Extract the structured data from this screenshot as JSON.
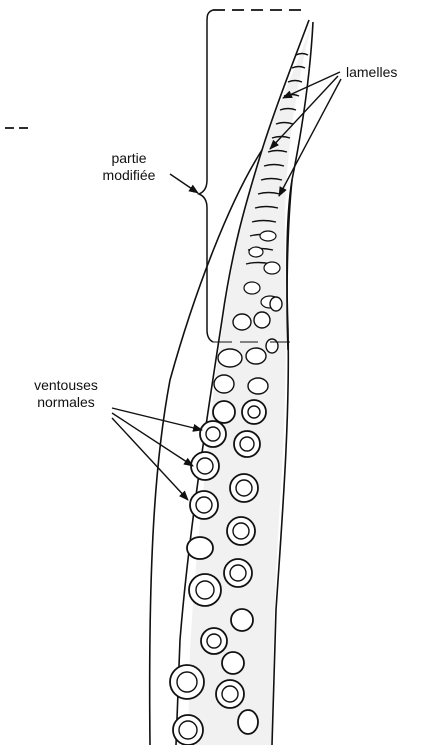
{
  "labels": {
    "lamelles": "lamelles",
    "partie_modifiee": [
      "partie",
      "modifiée"
    ],
    "ventouses_normales": [
      "ventouses",
      "normales"
    ]
  },
  "colors": {
    "ink": "#111111",
    "stipple": "#555555",
    "background": "#ffffff"
  }
}
